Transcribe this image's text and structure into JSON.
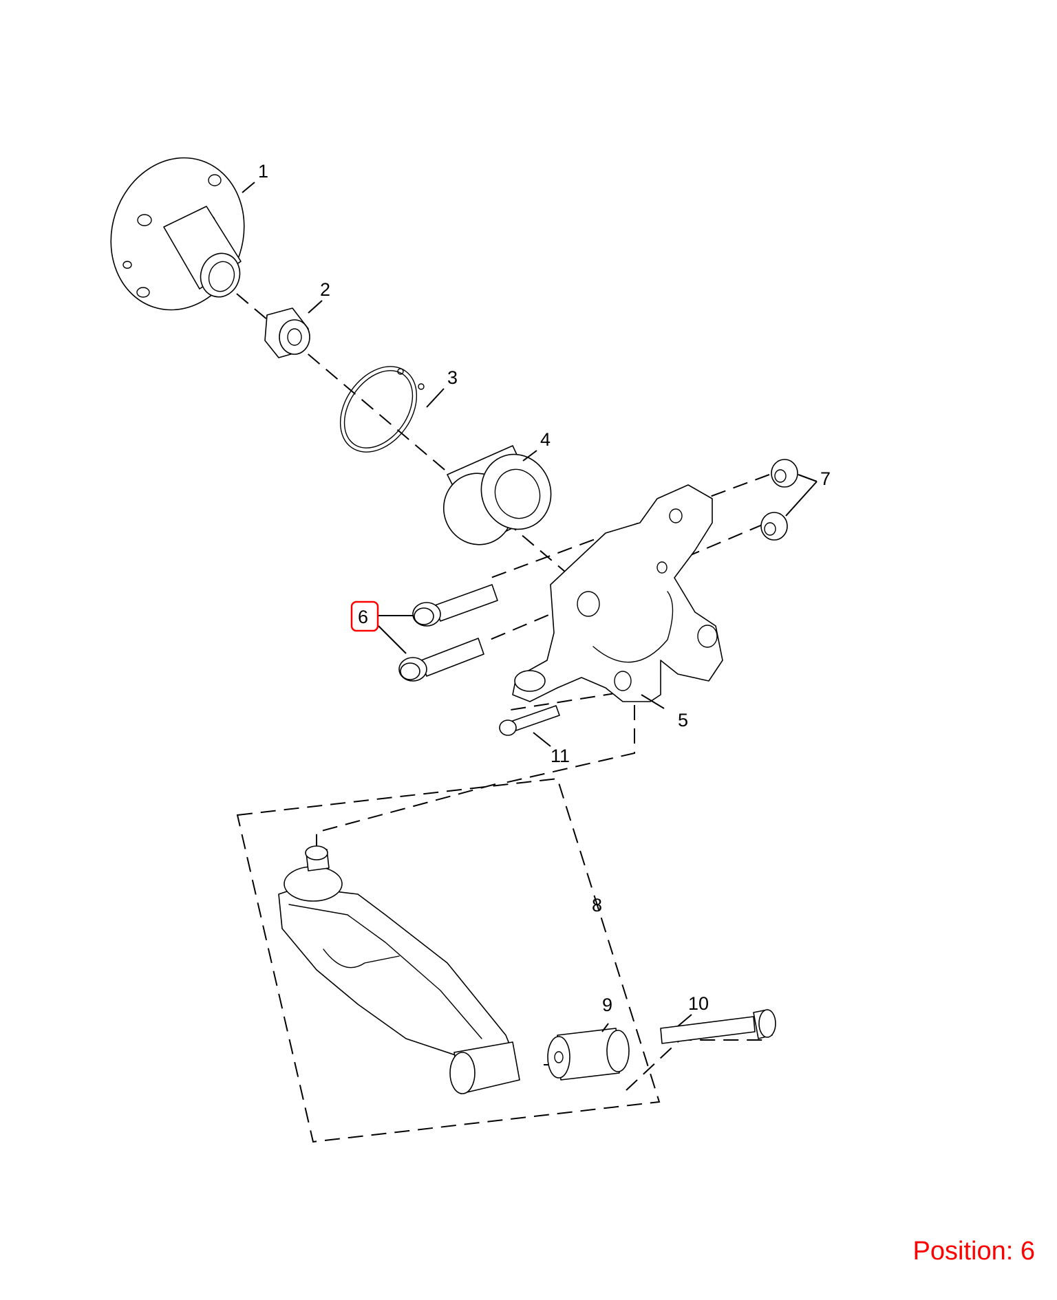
{
  "callouts": {
    "c1": "1",
    "c2": "2",
    "c3": "3",
    "c4": "4",
    "c5": "5",
    "c6": "6",
    "c7": "7",
    "c8": "8",
    "c9": "9",
    "c10": "10",
    "c11": "11"
  },
  "highlight_color": "#ff0000",
  "position": {
    "label": "Position: 6",
    "selected": "6"
  }
}
